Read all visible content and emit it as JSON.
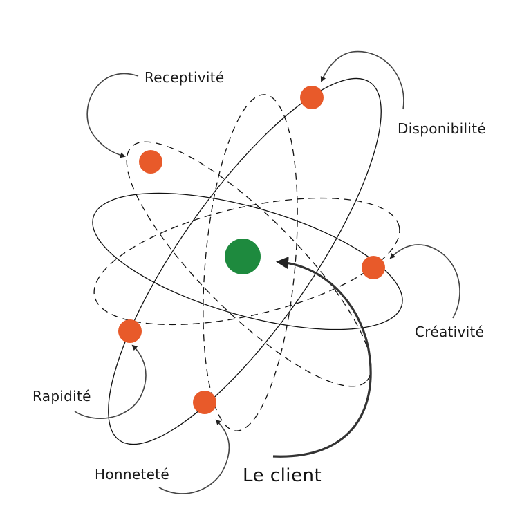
{
  "diagram": {
    "center_label": "Le client",
    "qualities": {
      "receptivite": "Receptivité",
      "disponibilite": "Disponibilité",
      "creativite": "Créativité",
      "rapidite": "Rapidité",
      "honnetete": "Honneteté"
    },
    "colors": {
      "nucleus": "#1e8a3e",
      "electron": "#e85a2a",
      "orbit": "#111111"
    }
  }
}
